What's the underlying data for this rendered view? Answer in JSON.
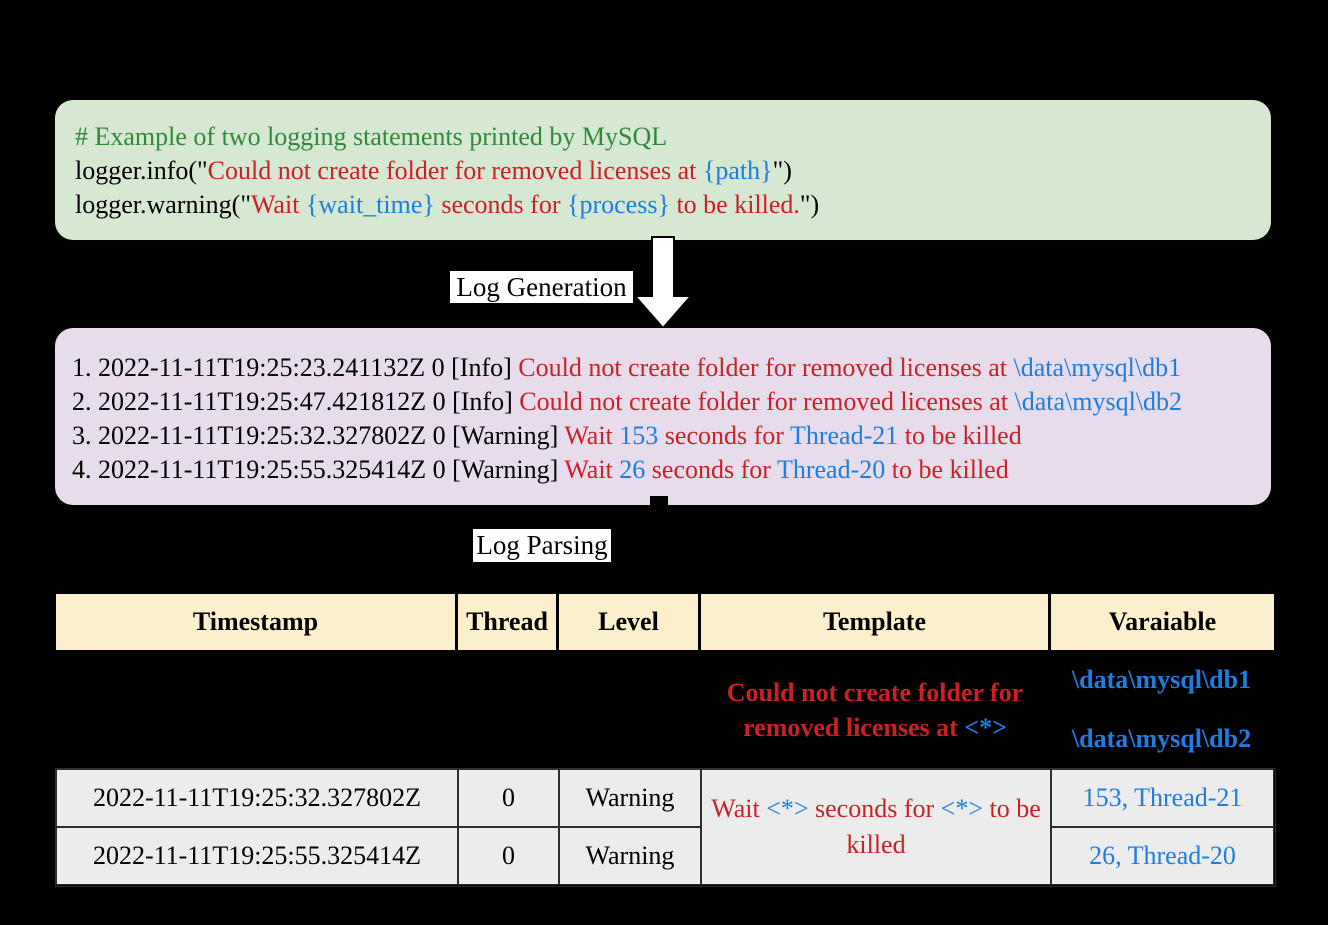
{
  "background": "#000000",
  "colors": {
    "code_box_bg": "#d6e7d2",
    "log_box_bg": "#e6dcec",
    "table_header_bg": "#fbf0cb",
    "table_row_bg": "#ececec",
    "comment_green": "#2f8b3a",
    "message_red": "#cb2026",
    "variable_blue": "#1d7de0"
  },
  "labels": {
    "log_generation": "Log Generation",
    "log_parsing": "Log Parsing"
  },
  "code_box": {
    "lines": [
      [
        {
          "t": "# Example of two logging statements printed by MySQL",
          "c": "green"
        }
      ],
      [
        {
          "t": "logger.info(\"",
          "c": "black"
        },
        {
          "t": "Could not create folder for removed licenses at ",
          "c": "red"
        },
        {
          "t": "{path}",
          "c": "blue"
        },
        {
          "t": "\")",
          "c": "black"
        }
      ],
      [
        {
          "t": "logger.warning(\"",
          "c": "black"
        },
        {
          "t": "Wait ",
          "c": "red"
        },
        {
          "t": "{wait_time}",
          "c": "blue"
        },
        {
          "t": " seconds for ",
          "c": "red"
        },
        {
          "t": "{process}",
          "c": "blue"
        },
        {
          "t": " to be killed.",
          "c": "red"
        },
        {
          "t": "\")",
          "c": "black"
        }
      ]
    ]
  },
  "log_box": {
    "lines": [
      [
        {
          "t": "1. 2022-11-11T19:25:23.241132Z 0 [Info] ",
          "c": "black"
        },
        {
          "t": "Could not create folder for removed licenses at ",
          "c": "red"
        },
        {
          "t": "\\data\\mysql\\db1",
          "c": "blue"
        }
      ],
      [
        {
          "t": "2. 2022-11-11T19:25:47.421812Z 0 [Info] ",
          "c": "black"
        },
        {
          "t": "Could not create folder for removed licenses at ",
          "c": "red"
        },
        {
          "t": "\\data\\mysql\\db2",
          "c": "blue"
        }
      ],
      [
        {
          "t": "3. 2022-11-11T19:25:32.327802Z 0 [Warning] ",
          "c": "black"
        },
        {
          "t": "Wait ",
          "c": "red"
        },
        {
          "t": "153",
          "c": "blue"
        },
        {
          "t": " seconds for ",
          "c": "red"
        },
        {
          "t": "Thread-21",
          "c": "blue"
        },
        {
          "t": " to be killed",
          "c": "red"
        }
      ],
      [
        {
          "t": "4. 2022-11-11T19:25:55.325414Z 0 [Warning] ",
          "c": "black"
        },
        {
          "t": "Wait ",
          "c": "red"
        },
        {
          "t": "26",
          "c": "blue"
        },
        {
          "t": " seconds for ",
          "c": "red"
        },
        {
          "t": "Thread-20",
          "c": "blue"
        },
        {
          "t": " to be killed",
          "c": "red"
        }
      ]
    ]
  },
  "table": {
    "headers": [
      "Timestamp",
      "Thread",
      "Level",
      "Template",
      "Varaiable"
    ],
    "unparsed_row": {
      "template": [
        {
          "t": "Could not create folder for removed licenses at ",
          "c": "red"
        },
        {
          "t": "<*>",
          "c": "blue"
        }
      ],
      "variables": [
        "\\data\\mysql\\db1",
        "\\data\\mysql\\db2"
      ]
    },
    "parsed_template": [
      {
        "t": "Wait ",
        "c": "red"
      },
      {
        "t": "<*>",
        "c": "blue"
      },
      {
        "t": " seconds for ",
        "c": "red"
      },
      {
        "t": "<*>",
        "c": "blue"
      },
      {
        "t": " to be killed",
        "c": "red"
      }
    ],
    "parsed_rows": [
      {
        "timestamp": "2022-11-11T19:25:32.327802Z",
        "thread": "0",
        "level": "Warning",
        "variable": "153, Thread-21"
      },
      {
        "timestamp": "2022-11-11T19:25:55.325414Z",
        "thread": "0",
        "level": "Warning",
        "variable": "26, Thread-20"
      }
    ]
  }
}
